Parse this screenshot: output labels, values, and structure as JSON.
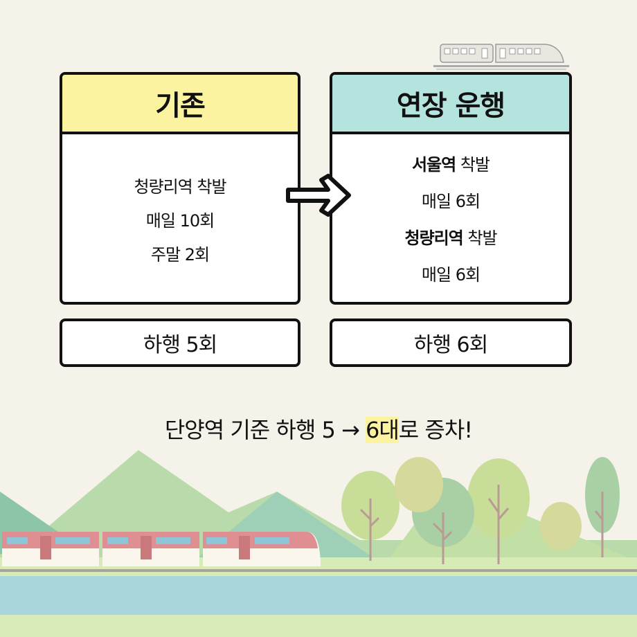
{
  "before": {
    "title": "기존",
    "lines": [
      "청량리역 착발",
      "매일 10회",
      "주말 2회"
    ],
    "summary": "하행 5회",
    "header_color": "#fbf3a0"
  },
  "after": {
    "title": "연장 운행",
    "lines": [
      {
        "text": "서울역",
        "rest": " 착발"
      },
      {
        "text": "매일 6회"
      },
      {
        "text": "청량리역",
        "rest": " 착발"
      },
      {
        "text": "매일 6회"
      }
    ],
    "summary": "하행 6회",
    "header_color": "#b5e3de"
  },
  "caption": {
    "prefix": "단양역 기준 하행 5 → ",
    "highlight": "6대",
    "suffix": "로 증차!"
  }
}
